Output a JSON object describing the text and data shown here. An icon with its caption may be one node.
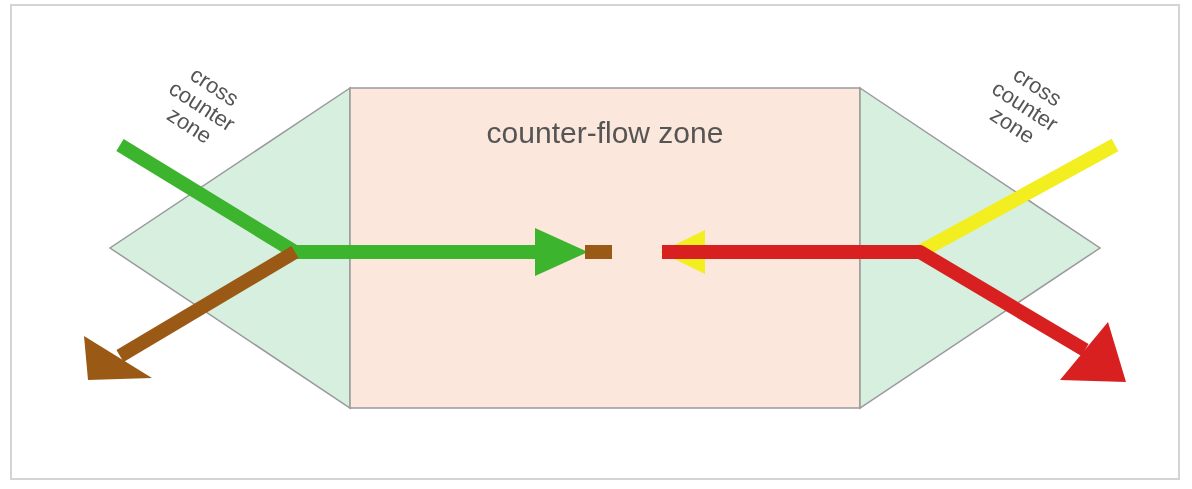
{
  "diagram": {
    "nodes": [
      {
        "text": [
          "cross counter zone"
        ]
      },
      {
        "text": [
          "counter-flow zone"
        ]
      },
      {
        "text": [
          "cross counter zone"
        ]
      }
    ]
  }
}
